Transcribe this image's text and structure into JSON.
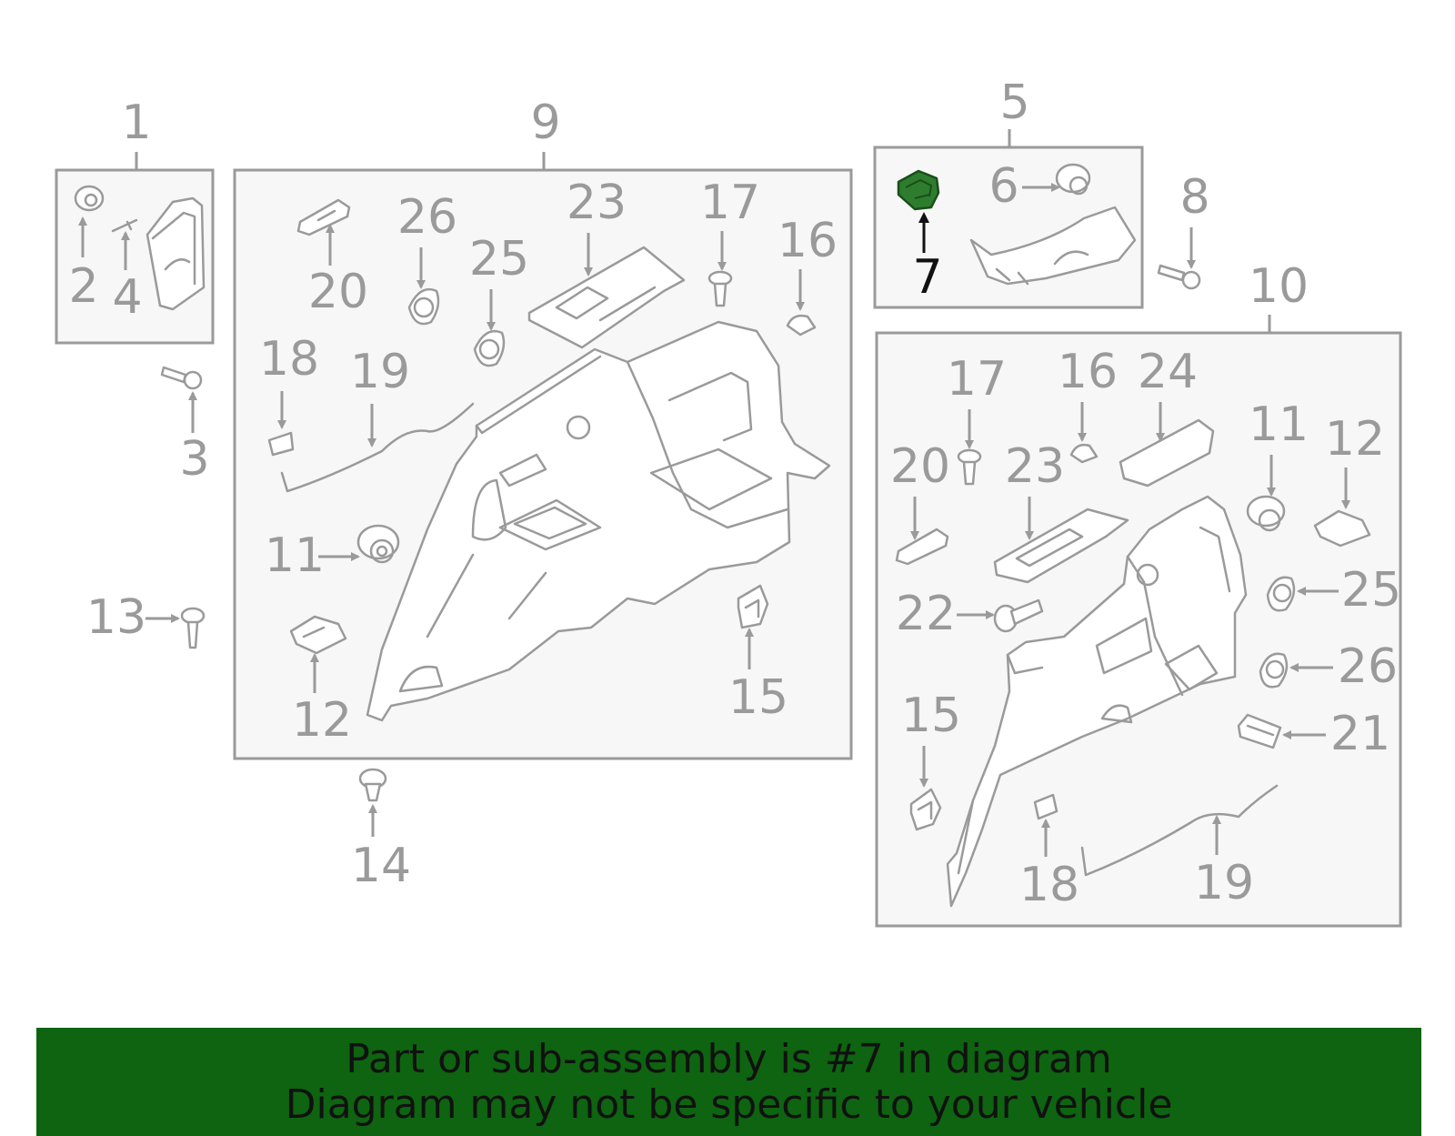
{
  "banner": {
    "line1": "Part or sub-assembly is #7 in diagram",
    "line2": "Diagram may not be specific to your vehicle"
  },
  "highlight_part": "7",
  "colors": {
    "highlight": "#2e7d2e",
    "banner": "#0e6410",
    "linework": "#9a9a9a",
    "panel_fill": "#f7f7f7"
  },
  "callouts": {
    "c1": "1",
    "c2": "2",
    "c3": "3",
    "c4": "4",
    "c5": "5",
    "c6": "6",
    "c7": "7",
    "c8": "8",
    "c9": "9",
    "c10": "10",
    "l_20": "20",
    "l_26": "26",
    "l_25": "25",
    "l_23": "23",
    "l_17": "17",
    "l_16": "16",
    "l_18": "18",
    "l_19": "19",
    "l_11": "11",
    "l_12": "12",
    "l_15": "15",
    "l_13": "13",
    "l_14": "14",
    "r_17": "17",
    "r_16": "16",
    "r_24": "24",
    "r_11": "11",
    "r_12": "12",
    "r_20": "20",
    "r_23": "23",
    "r_22": "22",
    "r_25": "25",
    "r_26": "26",
    "r_21": "21",
    "r_15": "15",
    "r_18": "18",
    "r_19": "19"
  }
}
